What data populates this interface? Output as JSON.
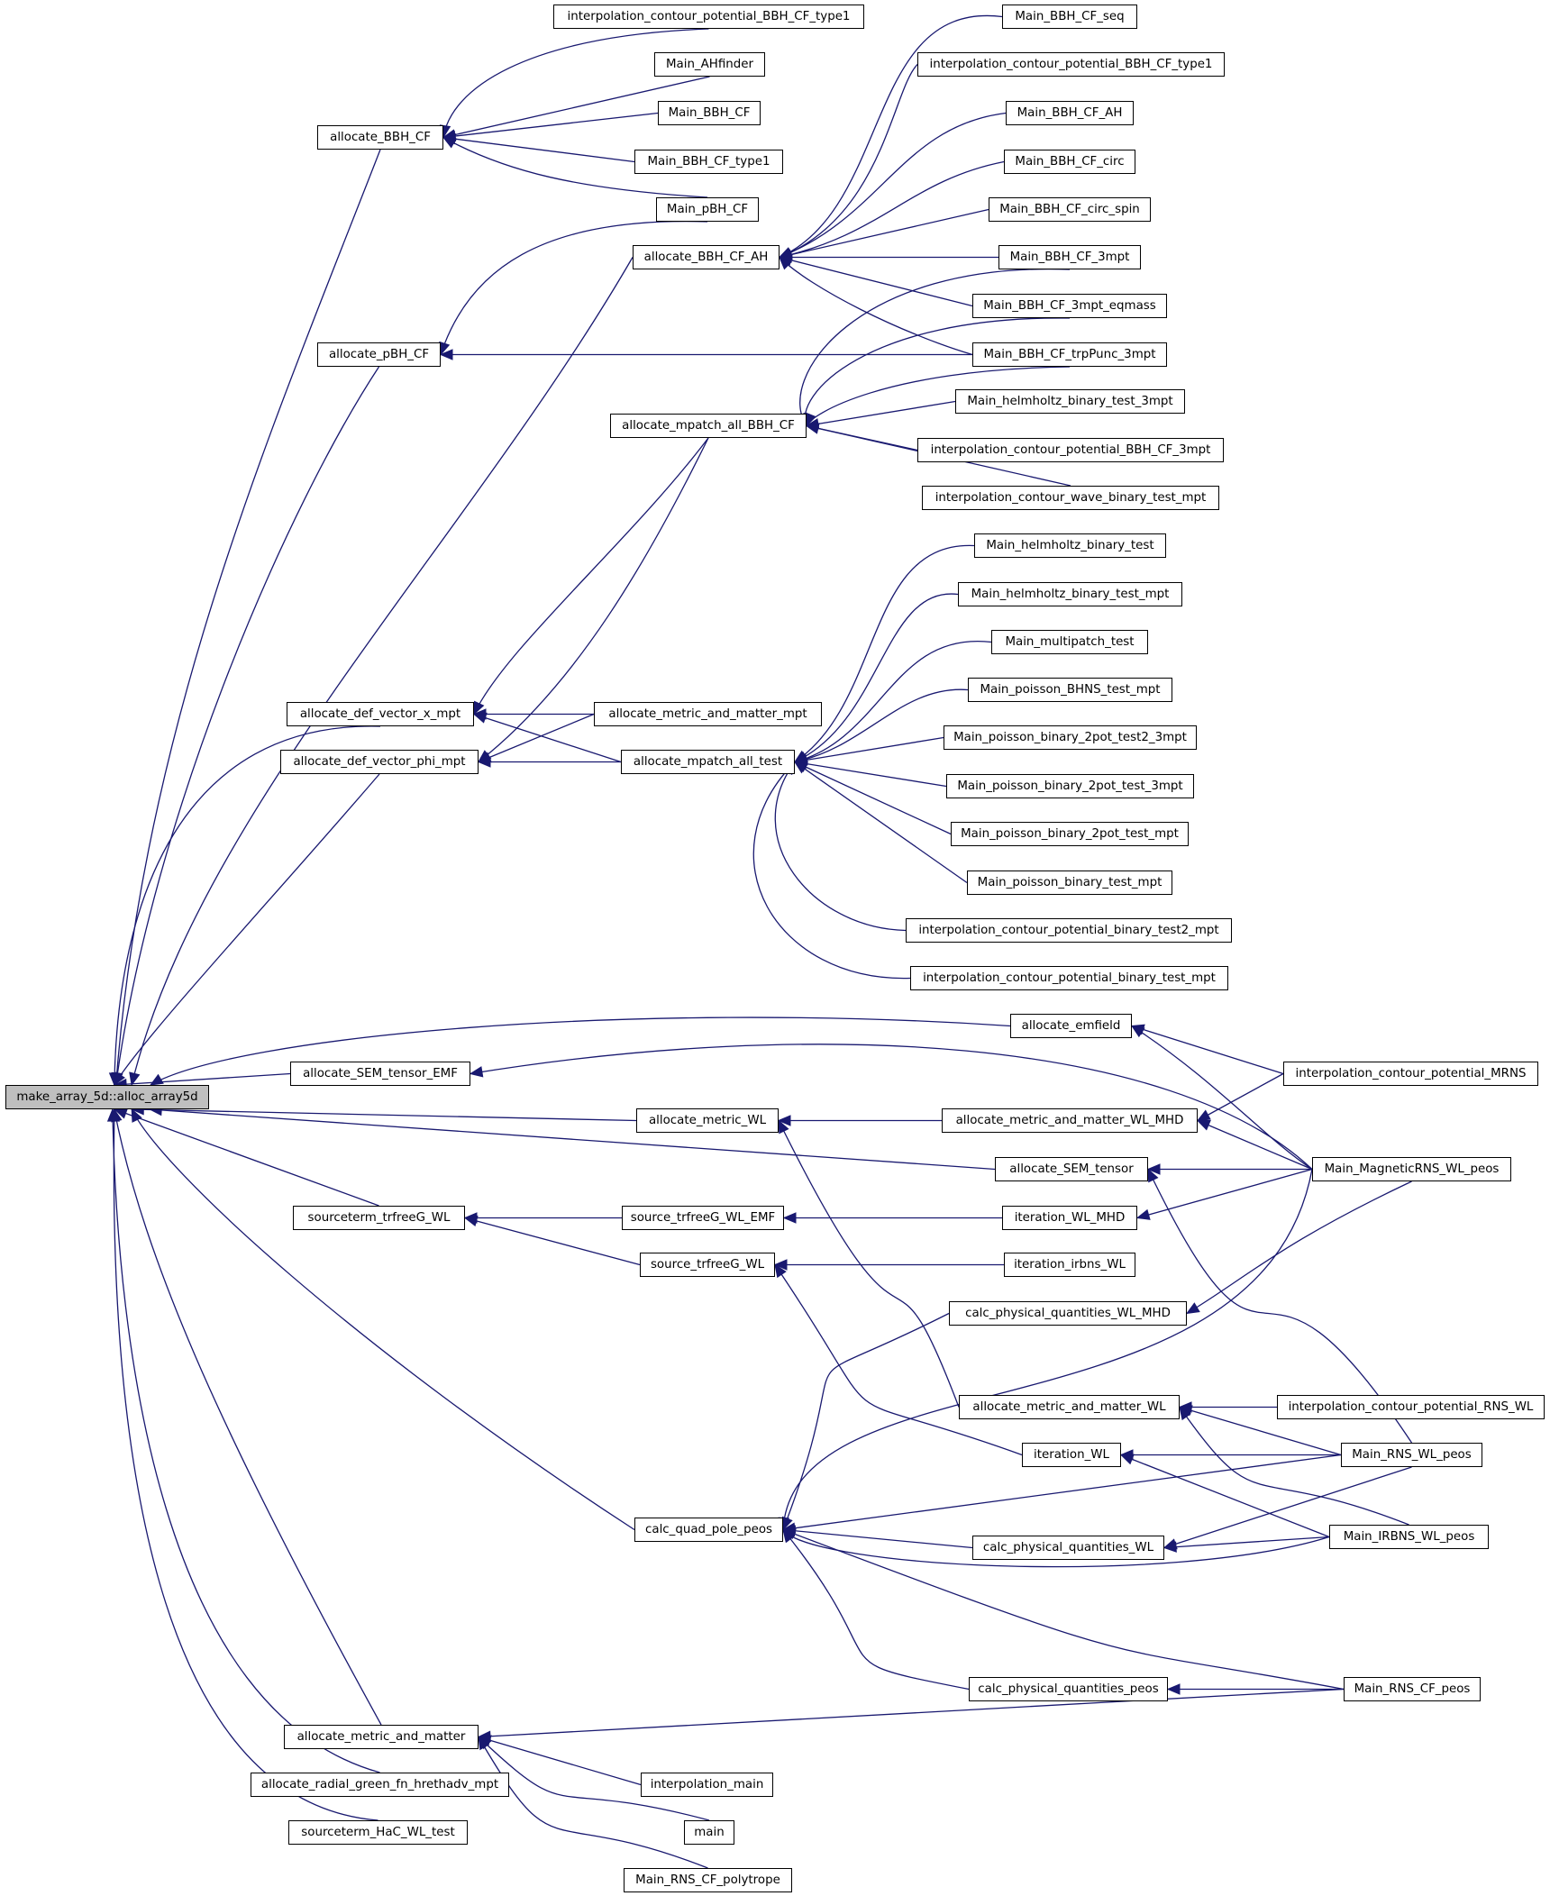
{
  "root": "make_array_5d::alloc_array5d",
  "nodes": [
    {
      "id": "root",
      "label": "make_array_5d::alloc_array5d"
    },
    {
      "id": "a_bbh",
      "label": "allocate_BBH_CF"
    },
    {
      "id": "a_pbh",
      "label": "allocate_pBH_CF"
    },
    {
      "id": "a_dvx",
      "label": "allocate_def_vector_x_mpt"
    },
    {
      "id": "a_dvphi",
      "label": "allocate_def_vector_phi_mpt"
    },
    {
      "id": "a_semt_emf",
      "label": "allocate_SEM_tensor_EMF"
    },
    {
      "id": "st_trfree",
      "label": "sourceterm_trfreeG_WL"
    },
    {
      "id": "a_mm",
      "label": "allocate_metric_and_matter"
    },
    {
      "id": "a_radial",
      "label": "allocate_radial_green_fn_hrethadv_mpt"
    },
    {
      "id": "st_hac",
      "label": "sourceterm_HaC_WL_test"
    },
    {
      "id": "i_cp_type1_a",
      "label": "interpolation_contour_potential_BBH_CF_type1"
    },
    {
      "id": "m_ahfinder",
      "label": "Main_AHfinder"
    },
    {
      "id": "m_bbh",
      "label": "Main_BBH_CF"
    },
    {
      "id": "m_bbh_type1",
      "label": "Main_BBH_CF_type1"
    },
    {
      "id": "m_pbh",
      "label": "Main_pBH_CF"
    },
    {
      "id": "a_bbh_ah",
      "label": "allocate_BBH_CF_AH"
    },
    {
      "id": "a_mp_bbh",
      "label": "allocate_mpatch_all_BBH_CF"
    },
    {
      "id": "a_mm_mpt",
      "label": "allocate_metric_and_matter_mpt"
    },
    {
      "id": "a_mp_test",
      "label": "allocate_mpatch_all_test"
    },
    {
      "id": "a_emfield",
      "label": "allocate_emfield"
    },
    {
      "id": "a_metric_wl",
      "label": "allocate_metric_WL"
    },
    {
      "id": "a_semt",
      "label": "allocate_SEM_tensor"
    },
    {
      "id": "src_emf",
      "label": "source_trfreeG_WL_EMF"
    },
    {
      "id": "src",
      "label": "source_trfreeG_WL"
    },
    {
      "id": "cqp",
      "label": "calc_quad_pole_peos"
    },
    {
      "id": "i_main",
      "label": "interpolation_main"
    },
    {
      "id": "main",
      "label": "main"
    },
    {
      "id": "m_rns_poly",
      "label": "Main_RNS_CF_polytrope"
    },
    {
      "id": "m_seq",
      "label": "Main_BBH_CF_seq"
    },
    {
      "id": "i_cp_type1_b",
      "label": "interpolation_contour_potential_BBH_CF_type1"
    },
    {
      "id": "m_ah",
      "label": "Main_BBH_CF_AH"
    },
    {
      "id": "m_circ",
      "label": "Main_BBH_CF_circ"
    },
    {
      "id": "m_circ_spin",
      "label": "Main_BBH_CF_circ_spin"
    },
    {
      "id": "m_3mpt",
      "label": "Main_BBH_CF_3mpt"
    },
    {
      "id": "m_3mpt_eq",
      "label": "Main_BBH_CF_3mpt_eqmass"
    },
    {
      "id": "m_trp",
      "label": "Main_BBH_CF_trpPunc_3mpt"
    },
    {
      "id": "m_hh_3mpt",
      "label": "Main_helmholtz_binary_test_3mpt"
    },
    {
      "id": "i_cp_3mpt",
      "label": "interpolation_contour_potential_BBH_CF_3mpt"
    },
    {
      "id": "i_cw_mpt",
      "label": "interpolation_contour_wave_binary_test_mpt"
    },
    {
      "id": "m_hh",
      "label": "Main_helmholtz_binary_test"
    },
    {
      "id": "m_hh_mpt",
      "label": "Main_helmholtz_binary_test_mpt"
    },
    {
      "id": "m_multi",
      "label": "Main_multipatch_test"
    },
    {
      "id": "m_pbhns",
      "label": "Main_poisson_BHNS_test_mpt"
    },
    {
      "id": "m_p2t2",
      "label": "Main_poisson_binary_2pot_test2_3mpt"
    },
    {
      "id": "m_p2t3",
      "label": "Main_poisson_binary_2pot_test_3mpt"
    },
    {
      "id": "m_p2tm",
      "label": "Main_poisson_binary_2pot_test_mpt"
    },
    {
      "id": "m_pbt",
      "label": "Main_poisson_binary_test_mpt"
    },
    {
      "id": "i_cpb2",
      "label": "interpolation_contour_potential_binary_test2_mpt"
    },
    {
      "id": "i_cpb",
      "label": "interpolation_contour_potential_binary_test_mpt"
    },
    {
      "id": "a_mm_wl_mhd",
      "label": "allocate_metric_and_matter_WL_MHD"
    },
    {
      "id": "it_mhd",
      "label": "iteration_WL_MHD"
    },
    {
      "id": "it_irbns",
      "label": "iteration_irbns_WL"
    },
    {
      "id": "cpq_mhd",
      "label": "calc_physical_quantities_WL_MHD"
    },
    {
      "id": "a_mm_wl",
      "label": "allocate_metric_and_matter_WL"
    },
    {
      "id": "it_wl",
      "label": "iteration_WL"
    },
    {
      "id": "cpq_wl",
      "label": "calc_physical_quantities_WL"
    },
    {
      "id": "cpq_peos",
      "label": "calc_physical_quantities_peos"
    },
    {
      "id": "i_mrns",
      "label": "interpolation_contour_potential_MRNS"
    },
    {
      "id": "m_mrns",
      "label": "Main_MagneticRNS_WL_peos"
    },
    {
      "id": "i_rns_wl",
      "label": "interpolation_contour_potential_RNS_WL"
    },
    {
      "id": "m_rns_wl",
      "label": "Main_RNS_WL_peos"
    },
    {
      "id": "m_irbns",
      "label": "Main_IRBNS_WL_peos"
    },
    {
      "id": "m_rns_cf",
      "label": "Main_RNS_CF_peos"
    }
  ],
  "edges": [
    [
      "a_bbh",
      "root"
    ],
    [
      "a_pbh",
      "root"
    ],
    [
      "a_bbh_ah",
      "root"
    ],
    [
      "a_dvx",
      "root"
    ],
    [
      "a_dvphi",
      "root"
    ],
    [
      "a_emfield",
      "root"
    ],
    [
      "a_semt_emf",
      "root"
    ],
    [
      "a_metric_wl",
      "root"
    ],
    [
      "a_semt",
      "root"
    ],
    [
      "st_trfree",
      "root"
    ],
    [
      "cqp",
      "root"
    ],
    [
      "a_mm",
      "root"
    ],
    [
      "a_radial",
      "root"
    ],
    [
      "st_hac",
      "root"
    ],
    [
      "i_cp_type1_a",
      "a_bbh"
    ],
    [
      "m_ahfinder",
      "a_bbh"
    ],
    [
      "m_bbh",
      "a_bbh"
    ],
    [
      "m_bbh_type1",
      "a_bbh"
    ],
    [
      "m_pbh",
      "a_bbh"
    ],
    [
      "m_pbh",
      "a_pbh"
    ],
    [
      "m_trp",
      "a_pbh"
    ],
    [
      "m_seq",
      "a_bbh_ah"
    ],
    [
      "i_cp_type1_b",
      "a_bbh_ah"
    ],
    [
      "m_ah",
      "a_bbh_ah"
    ],
    [
      "m_circ",
      "a_bbh_ah"
    ],
    [
      "m_circ_spin",
      "a_bbh_ah"
    ],
    [
      "m_3mpt",
      "a_bbh_ah"
    ],
    [
      "m_3mpt_eq",
      "a_bbh_ah"
    ],
    [
      "m_trp",
      "a_bbh_ah"
    ],
    [
      "a_mp_bbh",
      "a_dvx"
    ],
    [
      "a_mm_mpt",
      "a_dvx"
    ],
    [
      "a_mp_test",
      "a_dvx"
    ],
    [
      "a_mp_bbh",
      "a_dvphi"
    ],
    [
      "a_mm_mpt",
      "a_dvphi"
    ],
    [
      "a_mp_test",
      "a_dvphi"
    ],
    [
      "m_3mpt",
      "a_mp_bbh"
    ],
    [
      "m_3mpt_eq",
      "a_mp_bbh"
    ],
    [
      "m_trp",
      "a_mp_bbh"
    ],
    [
      "m_hh_3mpt",
      "a_mp_bbh"
    ],
    [
      "i_cp_3mpt",
      "a_mp_bbh"
    ],
    [
      "i_cw_mpt",
      "a_mp_bbh"
    ],
    [
      "m_hh",
      "a_mp_test"
    ],
    [
      "m_hh_mpt",
      "a_mp_test"
    ],
    [
      "m_multi",
      "a_mp_test"
    ],
    [
      "m_pbhns",
      "a_mp_test"
    ],
    [
      "m_p2t2",
      "a_mp_test"
    ],
    [
      "m_p2t3",
      "a_mp_test"
    ],
    [
      "m_p2tm",
      "a_mp_test"
    ],
    [
      "m_pbt",
      "a_mp_test"
    ],
    [
      "i_cpb2",
      "a_mp_test"
    ],
    [
      "i_cpb",
      "a_mp_test"
    ],
    [
      "i_mrns",
      "a_emfield"
    ],
    [
      "m_mrns",
      "a_emfield"
    ],
    [
      "m_mrns",
      "a_semt_emf"
    ],
    [
      "a_mm_wl_mhd",
      "a_metric_wl"
    ],
    [
      "a_mm_wl",
      "a_metric_wl"
    ],
    [
      "i_mrns",
      "a_mm_wl_mhd"
    ],
    [
      "m_mrns",
      "a_mm_wl_mhd"
    ],
    [
      "m_mrns",
      "a_semt"
    ],
    [
      "m_rns_wl",
      "a_semt"
    ],
    [
      "src_emf",
      "st_trfree"
    ],
    [
      "src",
      "st_trfree"
    ],
    [
      "it_mhd",
      "src_emf"
    ],
    [
      "m_mrns",
      "it_mhd"
    ],
    [
      "it_irbns",
      "src"
    ],
    [
      "it_wl",
      "src"
    ],
    [
      "m_mrns",
      "cpq_mhd"
    ],
    [
      "i_rns_wl",
      "a_mm_wl"
    ],
    [
      "m_rns_wl",
      "a_mm_wl"
    ],
    [
      "m_irbns",
      "a_mm_wl"
    ],
    [
      "m_rns_wl",
      "it_wl"
    ],
    [
      "m_irbns",
      "it_wl"
    ],
    [
      "cpq_mhd",
      "cqp"
    ],
    [
      "m_mrns",
      "cqp"
    ],
    [
      "m_rns_wl",
      "cqp"
    ],
    [
      "cpq_wl",
      "cqp"
    ],
    [
      "m_irbns",
      "cqp"
    ],
    [
      "cpq_peos",
      "cqp"
    ],
    [
      "m_rns_cf",
      "cqp"
    ],
    [
      "m_rns_wl",
      "cpq_wl"
    ],
    [
      "m_irbns",
      "cpq_wl"
    ],
    [
      "m_rns_cf",
      "cpq_peos"
    ],
    [
      "m_rns_cf",
      "a_mm"
    ],
    [
      "i_main",
      "a_mm"
    ],
    [
      "main",
      "a_mm"
    ],
    [
      "m_rns_poly",
      "a_mm"
    ]
  ]
}
